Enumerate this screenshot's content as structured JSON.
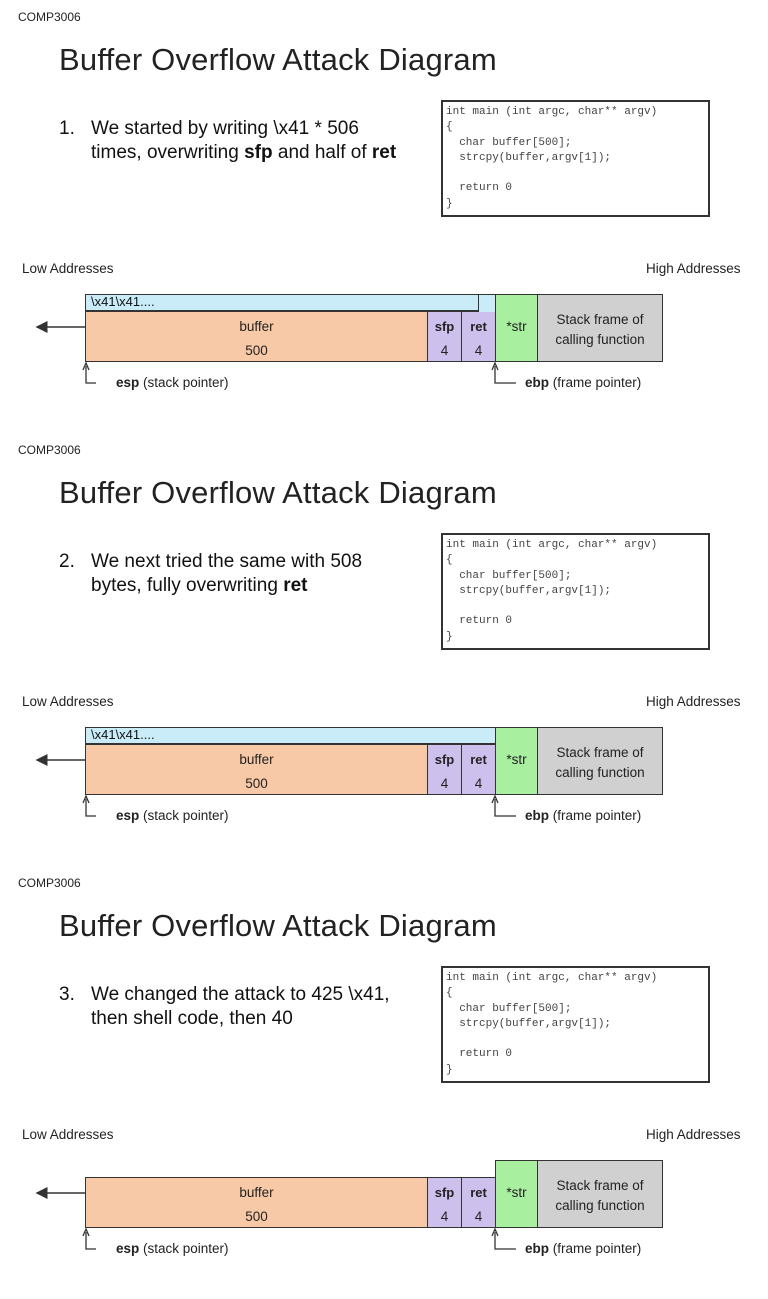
{
  "slides": [
    {
      "course": "COMP3006",
      "title": "Buffer Overflow Attack Diagram",
      "step_number": "1.",
      "step_text_parts": [
        {
          "text": "We started by writing \\x41 * 506 times, overwriting ",
          "bold": false
        },
        {
          "text": "sfp",
          "bold": true
        },
        {
          "text": " and half of ",
          "bold": false
        },
        {
          "text": "ret",
          "bold": true
        }
      ],
      "overflow_label": "\\x41\\x41....",
      "overflow_extent": "half-ret"
    },
    {
      "course": "COMP3006",
      "title": "Buffer Overflow Attack Diagram",
      "step_number": "2.",
      "step_text_parts": [
        {
          "text": "We next tried the same with 508 bytes, fully overwriting ",
          "bold": false
        },
        {
          "text": "ret",
          "bold": true
        }
      ],
      "overflow_label": "\\x41\\x41....",
      "overflow_extent": "full-ret"
    },
    {
      "course": "COMP3006",
      "title": "Buffer Overflow Attack Diagram",
      "step_number": "3.",
      "step_text_parts": [
        {
          "text": "We changed the attack to 425 \\x41, then shell code, then 40",
          "bold": false
        }
      ],
      "overflow_label": "",
      "overflow_extent": "none"
    }
  ],
  "code": "int main (int argc, char** argv)\n{\n  char buffer[500];\n  strcpy(buffer,argv[1]);\n\n  return 0\n}",
  "addresses": {
    "low": "Low Addresses",
    "high": "High Addresses"
  },
  "stack": {
    "buffer_label": "buffer",
    "buffer_size": "500",
    "sfp_label": "sfp",
    "sfp_size": "4",
    "ret_label": "ret",
    "ret_size": "4",
    "str_label": "*str",
    "frame_label": "Stack frame of calling function"
  },
  "pointers": {
    "esp_name": "esp",
    "esp_desc": " (stack pointer)",
    "ebp_name": "ebp",
    "ebp_desc": " (frame pointer)"
  },
  "colors": {
    "overflow": "#c9ecf8",
    "buffer": "#f8c9a6",
    "sfp_ret": "#cdc0ec",
    "str": "#a8f0a0",
    "frame": "#d0d0d0"
  }
}
